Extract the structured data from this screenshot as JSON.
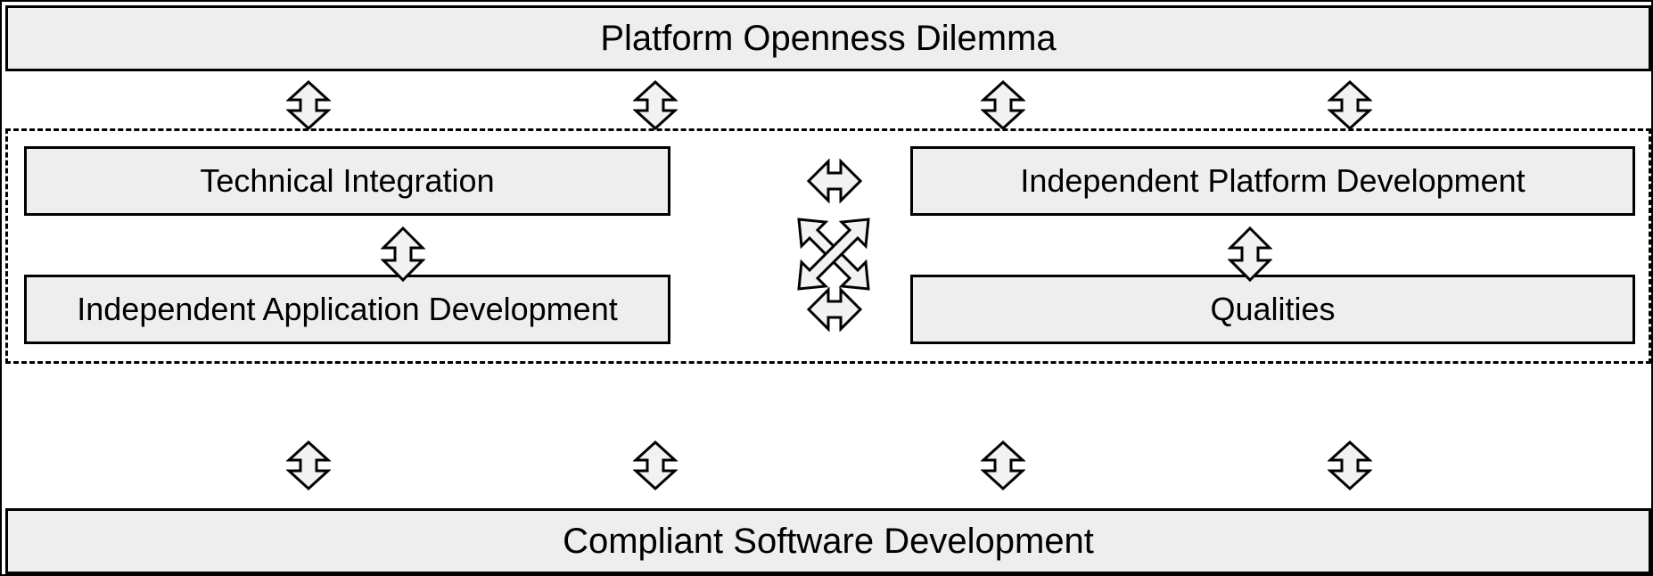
{
  "diagram": {
    "title": "Platform Openness Dilemma",
    "type": "concept-block-diagram",
    "top_banner": {
      "label": "Platform Openness Dilemma"
    },
    "bottom_banner": {
      "label": "Compliant Software Development"
    },
    "dashed_group": {
      "label": "",
      "boxes": [
        {
          "id": "technical-integration",
          "label": "Technical Integration",
          "position": "top-left"
        },
        {
          "id": "independent-platform-development",
          "label": "Independent Platform Development",
          "position": "top-right"
        },
        {
          "id": "independent-application-development",
          "label": "Independent Application Development",
          "position": "bottom-left"
        },
        {
          "id": "qualities",
          "label": "Qualities",
          "position": "bottom-right"
        }
      ]
    },
    "connectors": {
      "top_row": [
        {
          "icon": "double-arrow-vertical-icon",
          "from": "Platform Openness Dilemma",
          "to": "Technical Integration"
        },
        {
          "icon": "double-arrow-vertical-icon",
          "from": "Platform Openness Dilemma",
          "to": "Technical Integration"
        },
        {
          "icon": "double-arrow-vertical-icon",
          "from": "Platform Openness Dilemma",
          "to": "Independent Platform Development"
        },
        {
          "icon": "double-arrow-vertical-icon",
          "from": "Platform Openness Dilemma",
          "to": "Independent Platform Development"
        }
      ],
      "bottom_row": [
        {
          "icon": "double-arrow-vertical-icon",
          "from": "Independent Application Development",
          "to": "Compliant Software Development"
        },
        {
          "icon": "double-arrow-vertical-icon",
          "from": "Independent Application Development",
          "to": "Compliant Software Development"
        },
        {
          "icon": "double-arrow-vertical-icon",
          "from": "Qualities",
          "to": "Compliant Software Development"
        },
        {
          "icon": "double-arrow-vertical-icon",
          "from": "Qualities",
          "to": "Compliant Software Development"
        }
      ],
      "inner": [
        {
          "icon": "double-arrow-vertical-icon",
          "from": "Technical Integration",
          "to": "Independent Application Development"
        },
        {
          "icon": "double-arrow-vertical-icon",
          "from": "Independent Platform Development",
          "to": "Qualities"
        },
        {
          "icon": "double-arrow-horizontal-icon",
          "from": "Technical Integration",
          "to": "Independent Platform Development"
        },
        {
          "icon": "double-arrow-horizontal-icon",
          "from": "Independent Application Development",
          "to": "Qualities"
        },
        {
          "icon": "crossed-double-arrow-icon",
          "from": "Technical Integration / Qualities",
          "to": "Independent Platform Development / Independent Application Development"
        }
      ]
    },
    "colors": {
      "box_fill": "#eeeeee",
      "box_stroke": "#000000",
      "arrow_fill": "#f2f2f2",
      "arrow_stroke": "#000000",
      "page_background": "#ffffff"
    }
  }
}
